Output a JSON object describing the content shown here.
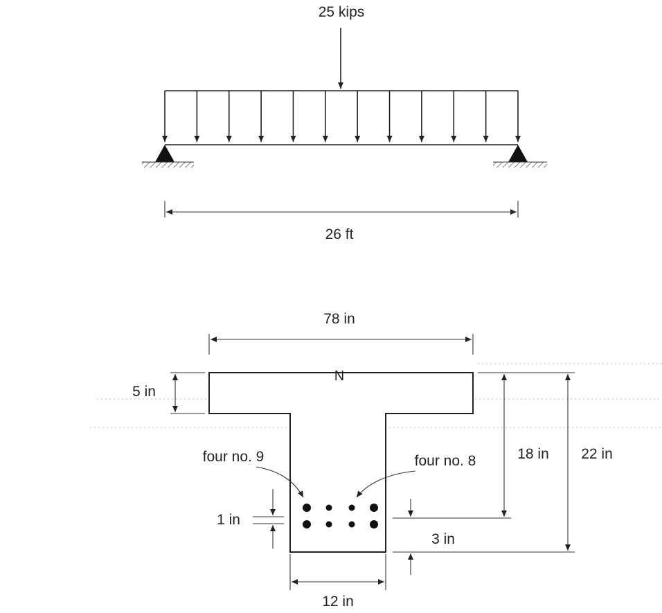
{
  "beam": {
    "point_load": "25 kips",
    "span": "26 ft"
  },
  "section": {
    "flange_width": "78 in",
    "flange_thickness": "5 in",
    "neutral_axis": "N",
    "bars_top_row": "four no. 9",
    "bars_bottom_row": "four no. 8",
    "bar_spacing": "1 in",
    "cover": "3 in",
    "depth_top_bars": "18 in",
    "total_depth": "22 in",
    "web_width": "12 in"
  }
}
